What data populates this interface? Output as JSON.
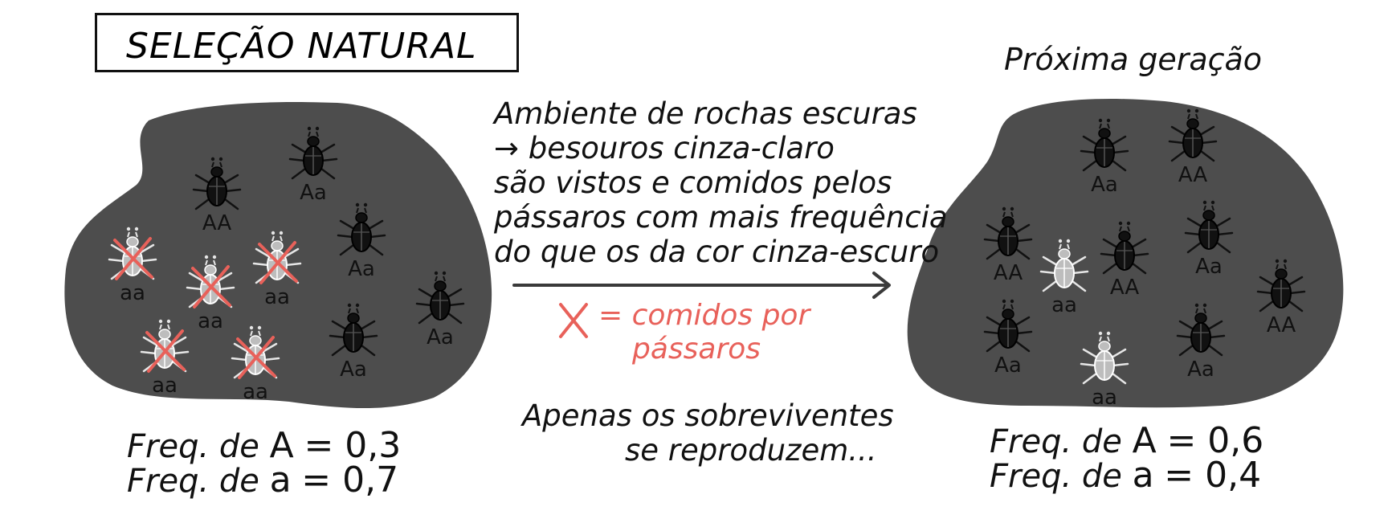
{
  "title": "SELEÇÃO NATURAL",
  "right_title": "Próxima geração",
  "description": [
    "Ambiente de rochas escuras",
    "→ besouros cinza-claro",
    "são vistos e comidos pelos",
    "pássaros com mais frequência",
    "do que os da cor cinza-escuro"
  ],
  "legend": {
    "line1": "= comidos por",
    "line2": "pássaros"
  },
  "survive": {
    "line1": "Apenas os sobreviventes",
    "line2": "se reproduzem..."
  },
  "left_freq": {
    "a_label": "Freq. de",
    "a_allele": "A",
    "a_value": "= 0,3",
    "b_label": "Freq. de",
    "b_allele": "a",
    "b_value": "= 0,7"
  },
  "right_freq": {
    "a_label": "Freq. de",
    "a_allele": "A",
    "a_value": "= 0,6",
    "b_label": "Freq. de",
    "b_allele": "a",
    "b_value": "= 0,4"
  },
  "colors": {
    "rock": "#4d4d4d",
    "dark_beetle": "#111111",
    "light_beetle": "#bdbdbd",
    "eaten_mark": "#e8615a",
    "text": "#111111"
  },
  "left_beetles": [
    {
      "genotype": "AA",
      "color": "dark",
      "eaten": false
    },
    {
      "genotype": "Aa",
      "color": "dark",
      "eaten": false
    },
    {
      "genotype": "Aa",
      "color": "dark",
      "eaten": false
    },
    {
      "genotype": "Aa",
      "color": "dark",
      "eaten": false
    },
    {
      "genotype": "Aa",
      "color": "dark",
      "eaten": false
    },
    {
      "genotype": "aa",
      "color": "light",
      "eaten": true
    },
    {
      "genotype": "aa",
      "color": "light",
      "eaten": true
    },
    {
      "genotype": "aa",
      "color": "light",
      "eaten": true
    },
    {
      "genotype": "aa",
      "color": "light",
      "eaten": true
    },
    {
      "genotype": "aa",
      "color": "light",
      "eaten": true
    }
  ],
  "right_beetles": [
    {
      "genotype": "Aa",
      "color": "dark",
      "eaten": false
    },
    {
      "genotype": "AA",
      "color": "dark",
      "eaten": false
    },
    {
      "genotype": "AA",
      "color": "dark",
      "eaten": false
    },
    {
      "genotype": "aa",
      "color": "light",
      "eaten": false
    },
    {
      "genotype": "AA",
      "color": "dark",
      "eaten": false
    },
    {
      "genotype": "Aa",
      "color": "dark",
      "eaten": false
    },
    {
      "genotype": "AA",
      "color": "dark",
      "eaten": false
    },
    {
      "genotype": "Aa",
      "color": "dark",
      "eaten": false
    },
    {
      "genotype": "aa",
      "color": "light",
      "eaten": false
    },
    {
      "genotype": "Aa",
      "color": "dark",
      "eaten": false
    }
  ]
}
